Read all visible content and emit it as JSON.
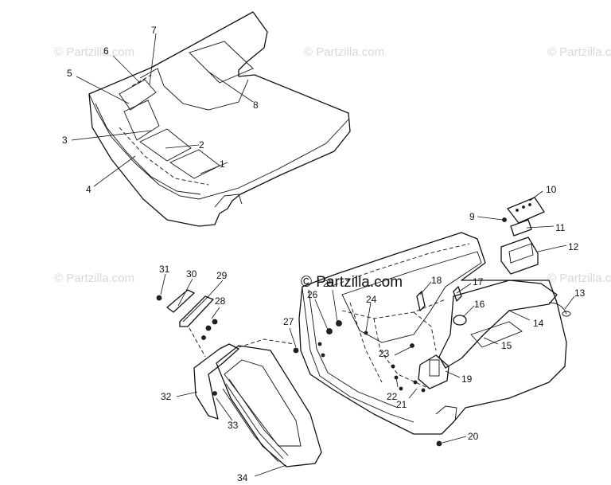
{
  "watermarks": [
    {
      "text": "© Partzilla.com"
    },
    {
      "text": "© Partzilla.com"
    },
    {
      "text": "© Partzilla.com"
    },
    {
      "text": "© Partzilla.com"
    },
    {
      "text": "© Partzilla.com"
    }
  ],
  "center_watermark": "© Partzilla.com",
  "callouts": [
    "1",
    "2",
    "3",
    "4",
    "5",
    "6",
    "7",
    "8",
    "9",
    "10",
    "11",
    "12",
    "13",
    "14",
    "15",
    "16",
    "17",
    "18",
    "19",
    "20",
    "21",
    "22",
    "23",
    "24",
    "25",
    "26",
    "27",
    "28",
    "29",
    "30",
    "31",
    "32",
    "33",
    "34"
  ]
}
